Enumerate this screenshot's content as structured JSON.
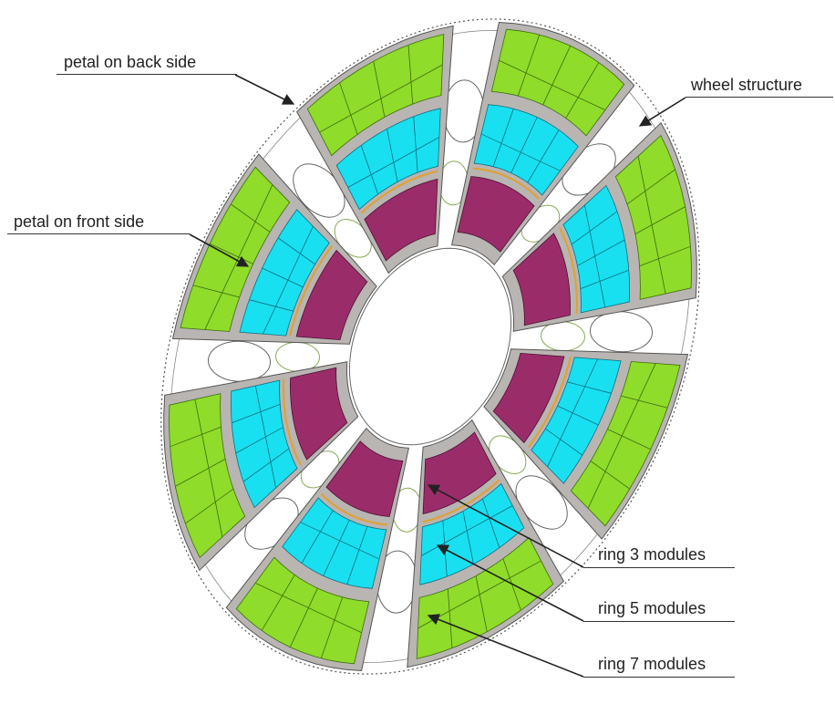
{
  "labels": {
    "petal_back": "petal on back side",
    "wheel": "wheel structure",
    "petal_front": "petal on front side",
    "ring3": "ring 3 modules",
    "ring5": "ring 5 modules",
    "ring7": "ring 7 modules"
  },
  "colors": {
    "ring7": "#8fdc2a",
    "ring5": "#19e0f0",
    "ring3": "#9b2c6a",
    "frame": "#b9b5b2",
    "outline": "#555555"
  },
  "petals": {
    "front_count": 8,
    "back_count": 8
  }
}
